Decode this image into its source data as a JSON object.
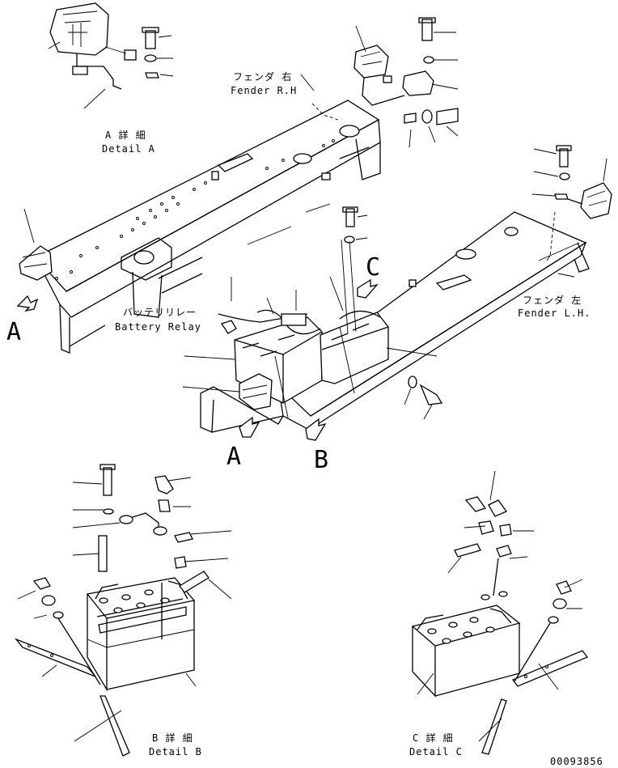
{
  "fender_rh": {
    "jp": "フェンダ 右",
    "en": "Fender R.H"
  },
  "fender_lh": {
    "jp": "フェンダ 左",
    "en": "Fender L.H."
  },
  "detail_a": {
    "jp": "A 詳 細",
    "en": "Detail A"
  },
  "detail_b": {
    "jp": "B 詳 細",
    "en": "Detail B"
  },
  "detail_c": {
    "jp": "C 詳 細",
    "en": "Detail C"
  },
  "battery_relay": {
    "jp": "バッテリリレー",
    "en": "Battery Relay"
  },
  "view_arrows": {
    "a_left": "A",
    "a_bottom": "A",
    "b": "B",
    "c": "C"
  },
  "drawing_number": "00093856"
}
